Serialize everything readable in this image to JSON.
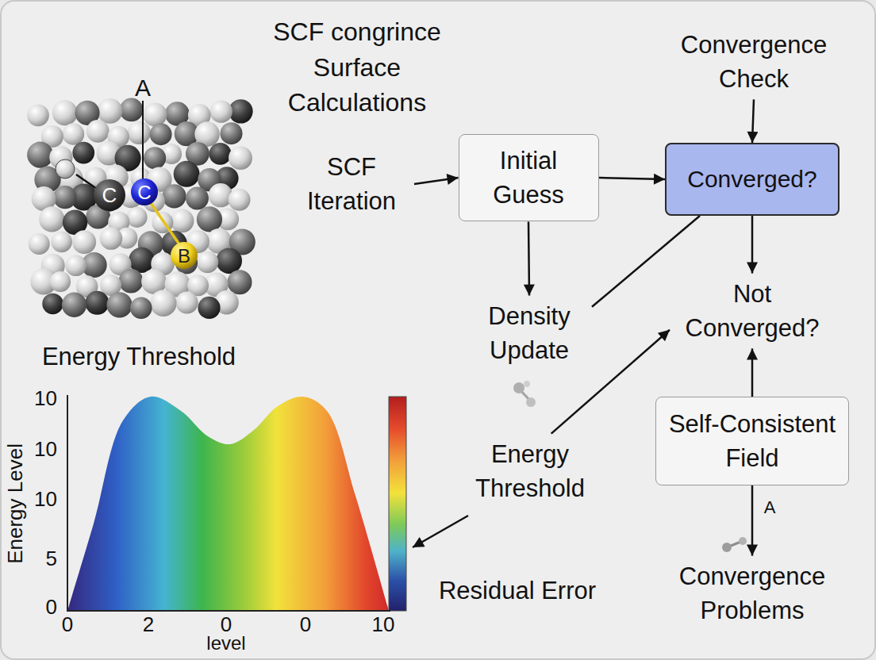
{
  "diagram": {
    "title": "SCF congrince Surface Calculations",
    "nodes": [
      {
        "text": [
          "Convergence Check"
        ]
      },
      {
        "text": [
          "SCF Iteration"
        ]
      },
      {
        "text": [
          "Initial Guess"
        ]
      },
      {
        "text": [
          "Converged?"
        ]
      },
      {
        "text": [
          "Density Update"
        ]
      },
      {
        "text": [
          "Not Converged?"
        ]
      },
      {
        "text": [
          "Energy Threshold"
        ]
      },
      {
        "text": [
          "Self-Consistent Field"
        ]
      },
      {
        "text": [
          "Convergence Problems"
        ]
      }
    ],
    "edges": [
      {
        "from": 0,
        "to": 3,
        "arrow": "to"
      },
      {
        "from": 1,
        "to": 2,
        "arrow": "to"
      },
      {
        "from": 2,
        "to": 3,
        "arrow": "to"
      },
      {
        "from": 2,
        "to": 4,
        "arrow": "to"
      },
      {
        "from": 3,
        "to": 4,
        "arrow": "none"
      },
      {
        "from": 3,
        "to": 5,
        "arrow": "to"
      },
      {
        "from": 7,
        "to": 5,
        "arrow": "to"
      },
      {
        "from": 6,
        "to": 5,
        "arrow": "to"
      },
      {
        "from": 7,
        "to": 8,
        "arrow": "to"
      }
    ],
    "labels": [
      "A",
      "C",
      "C",
      "B",
      "Energy Threshold",
      "Energy Level",
      "10",
      "10",
      "10",
      "5",
      "0",
      "0",
      "2",
      "0",
      "0",
      "10",
      "level",
      "Residual Error",
      "A"
    ]
  }
}
